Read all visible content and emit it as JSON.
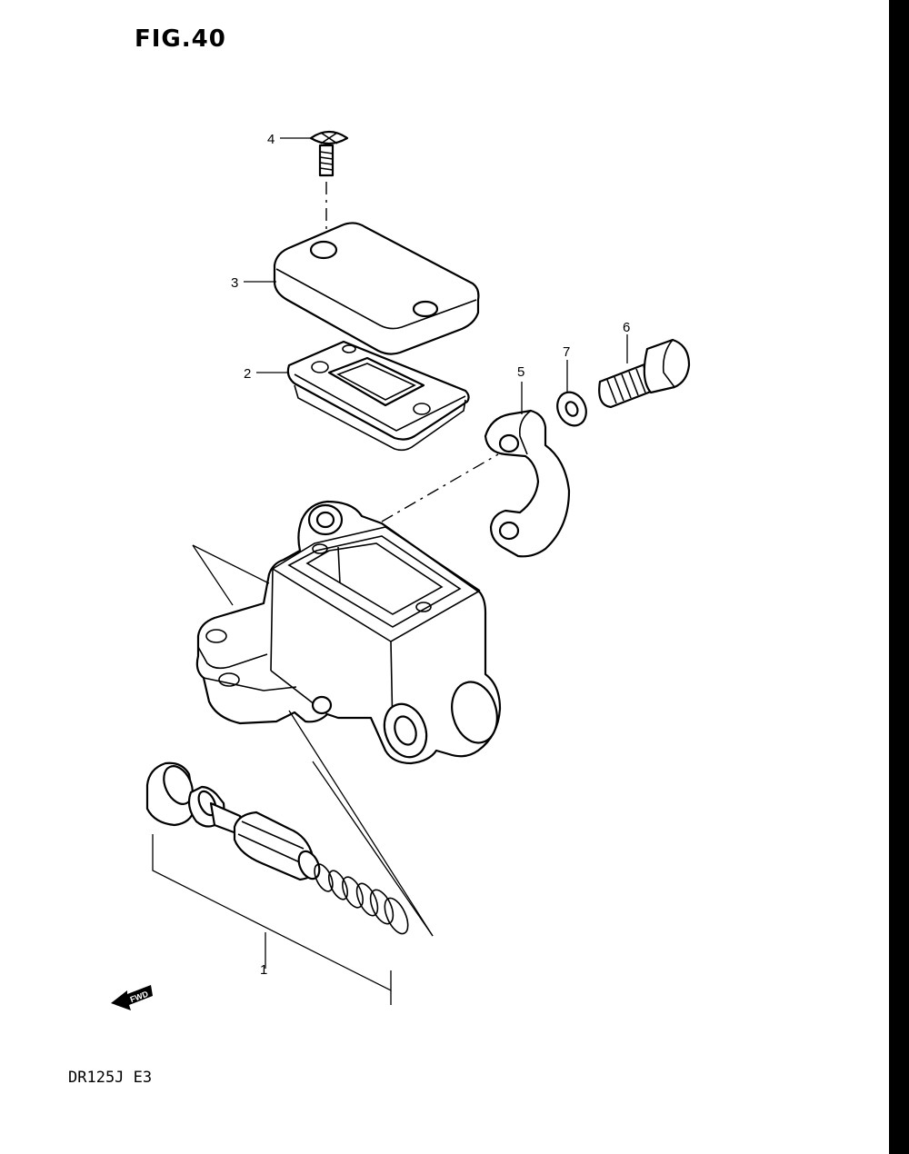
{
  "figure": {
    "title": "FIG.40"
  },
  "model": {
    "code": "DR125J E3"
  },
  "fwd_label": "FWD",
  "callouts": [
    {
      "id": "1",
      "label": "1"
    },
    {
      "id": "2",
      "label": "2"
    },
    {
      "id": "3",
      "label": "3"
    },
    {
      "id": "4",
      "label": "4"
    },
    {
      "id": "5",
      "label": "5"
    },
    {
      "id": "6",
      "label": "6"
    },
    {
      "id": "7",
      "label": "7"
    }
  ]
}
